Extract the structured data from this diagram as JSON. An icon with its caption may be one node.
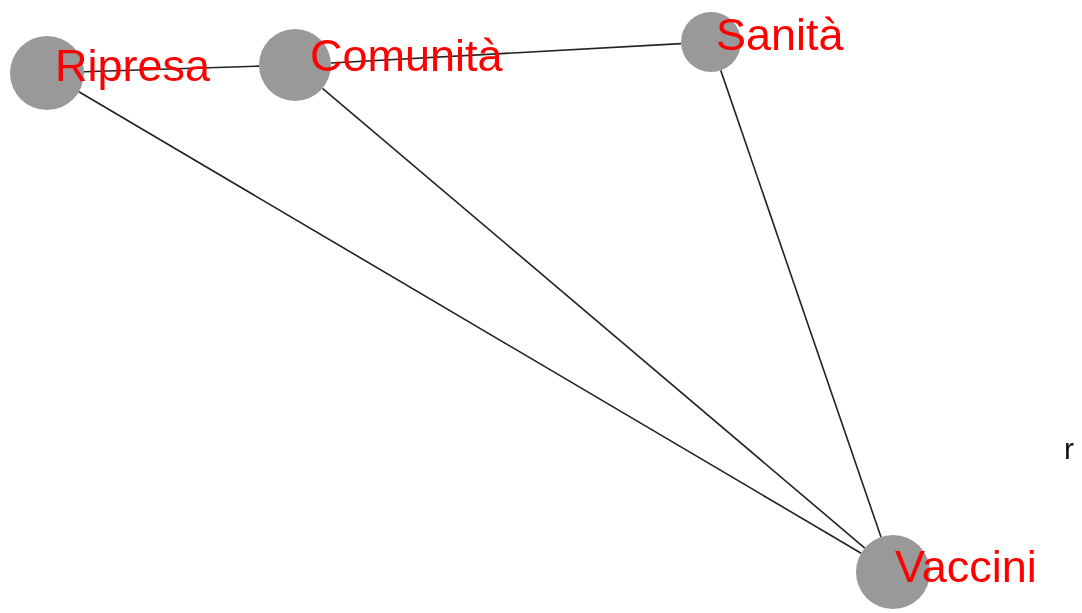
{
  "diagram": {
    "nodes": [
      {
        "text": [
          "Ripresa"
        ]
      },
      {
        "text": [
          "Comunità"
        ]
      },
      {
        "text": [
          "Sanità"
        ]
      },
      {
        "text": [
          "Vaccini"
        ]
      }
    ],
    "edges": [
      {
        "from": 0,
        "to": 1,
        "arrow": "none"
      },
      {
        "from": 1,
        "to": 2,
        "arrow": "none"
      },
      {
        "from": 0,
        "to": 3,
        "arrow": "none"
      },
      {
        "from": 1,
        "to": 3,
        "arrow": "none"
      },
      {
        "from": 2,
        "to": 3,
        "arrow": "none"
      }
    ],
    "labels": [
      "r"
    ]
  }
}
